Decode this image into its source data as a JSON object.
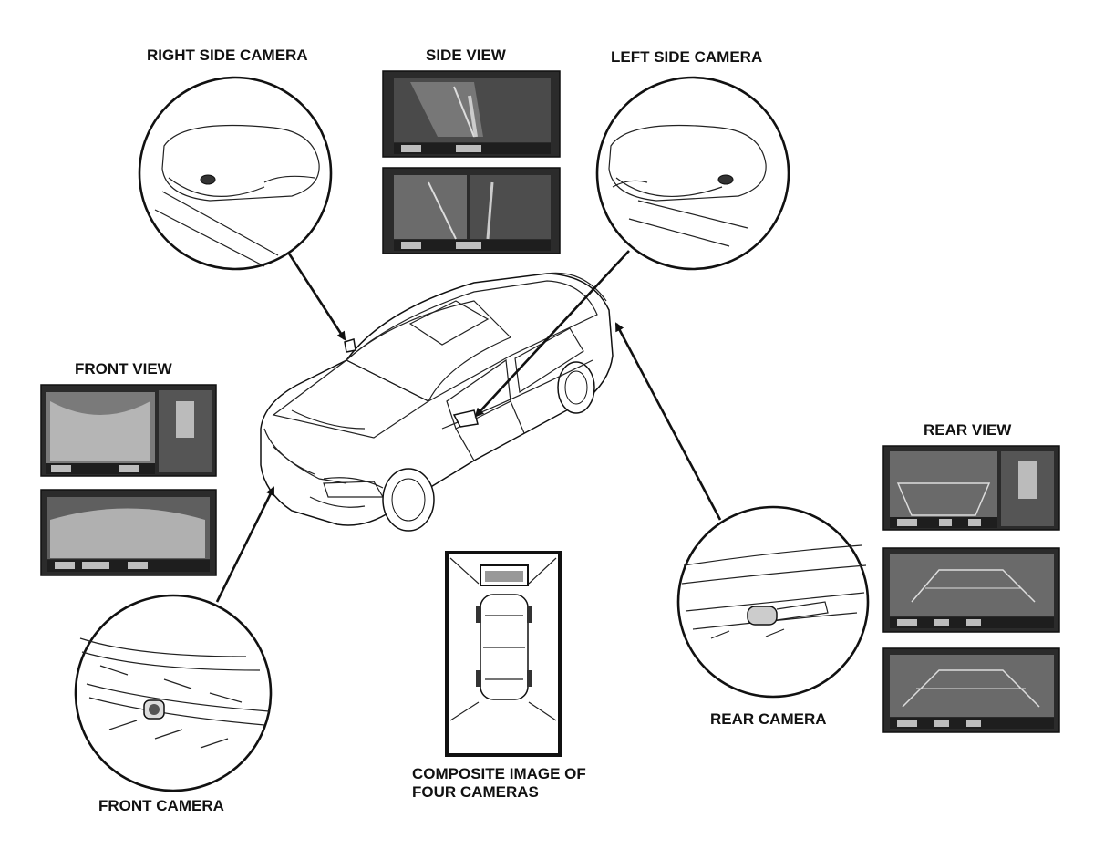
{
  "labels": {
    "right_side_camera": "RIGHT SIDE CAMERA",
    "side_view": "SIDE VIEW",
    "left_side_camera": "LEFT SIDE CAMERA",
    "front_view": "FRONT VIEW",
    "rear_view": "REAR VIEW",
    "rear_camera": "REAR CAMERA",
    "front_camera": "FRONT CAMERA",
    "composite_line1": "COMPOSITE IMAGE OF",
    "composite_line2": "FOUR CAMERAS"
  },
  "colors": {
    "line": "#111111",
    "screen_dark": "#2b2b2b",
    "screen_mid": "#6a6a6a",
    "background": "#ffffff"
  }
}
